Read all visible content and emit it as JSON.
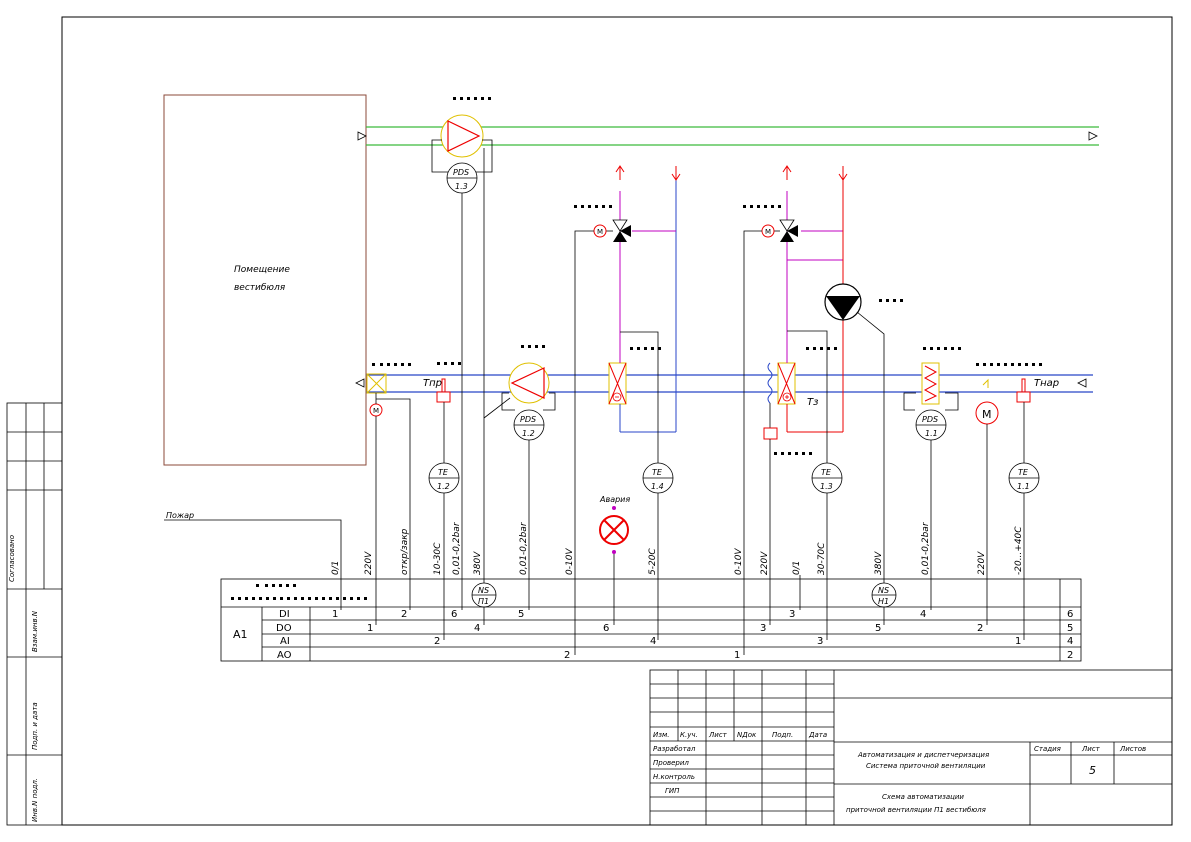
{
  "room": {
    "line1": "Помещение",
    "line2": "вестибюля"
  },
  "sensors": {
    "pds13": {
      "top": "PDS",
      "bottom": "1.3"
    },
    "pds12": {
      "top": "PDS",
      "bottom": "1.2"
    },
    "pds11": {
      "top": "PDS",
      "bottom": "1.1"
    },
    "te12": {
      "top": "TE",
      "bottom": "1.2"
    },
    "te14": {
      "top": "TE",
      "bottom": "1.4"
    },
    "te13": {
      "top": "TE",
      "bottom": "1.3"
    },
    "te11": {
      "top": "TE",
      "bottom": "1.1"
    },
    "ns_p1": {
      "top": "NS",
      "bottom": "П1"
    },
    "ns_n1": {
      "top": "NS",
      "bottom": "Н1"
    }
  },
  "labels": {
    "t_pr": "Tпр",
    "t_nar": "Tнар",
    "t_z": "Tз",
    "fire": "Пожар",
    "alarm": "Авария",
    "motor": "M",
    "motor_small": "M"
  },
  "signals": [
    "0/1",
    "220V",
    "откр/закр",
    "10-30С",
    "0,01-0,2bar",
    "380V",
    "0,01-0,2bar",
    "0-10V",
    "5-20С",
    "0-10V",
    "220V",
    "0/1",
    "30-70С",
    "380V",
    "0,01-0,2bar",
    "220V",
    "-20...+40С"
  ],
  "table": {
    "controller": "A1",
    "rows": [
      "DI",
      "DO",
      "AI",
      "AO"
    ],
    "right_numbers": [
      "6",
      "5",
      "4",
      "2"
    ],
    "di_nums": [
      "1",
      "2",
      "6",
      "5",
      "3",
      "4"
    ],
    "do_nums": [
      "1",
      "4",
      "6",
      "3",
      "5",
      "2"
    ],
    "ai_nums": [
      "2",
      "4",
      "3",
      "1"
    ],
    "ao_nums": [
      "2",
      "1"
    ]
  },
  "stamp": {
    "hdr": [
      "Изм.",
      "К.уч.",
      "Лист",
      "NДок",
      "Подп.",
      "Дата"
    ],
    "roles": [
      "Разработал",
      "Проверил",
      "Н.контроль",
      "ГИП"
    ],
    "title1": "Автоматизация и диспетчеризация",
    "title2": "Система приточной вентиляции",
    "stage": "Стадия",
    "sheet": "Лист",
    "sheets": "Листов",
    "sheet_no": "5",
    "desc1": "Схема автоматизации",
    "desc2": "приточной вентиляции П1 вестибюля"
  },
  "side": [
    "Согласовано",
    "Взам.инв.N",
    "Подп. и дата",
    "Инв.N подл."
  ]
}
